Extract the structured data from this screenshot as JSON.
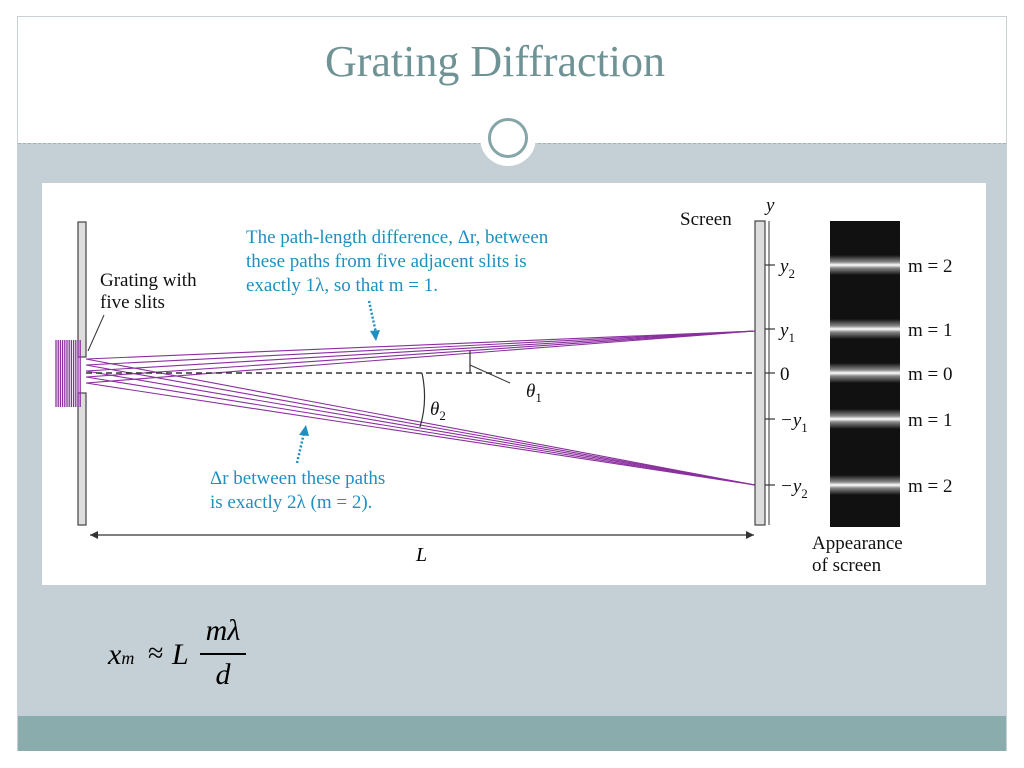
{
  "slide": {
    "title": "Grating Diffraction"
  },
  "diagram": {
    "grating_label_line1": "Grating with",
    "grating_label_line2": "five slits",
    "screen_label": "Screen",
    "axis_y_label": "y",
    "note_top_line1": "The path-length difference, Δr, between",
    "note_top_line2": "these paths from five adjacent slits is",
    "note_top_line3": "exactly 1λ, so that m = 1.",
    "note_bottom_line1": "Δr between these paths",
    "note_bottom_line2": "is exactly 2λ (m = 2).",
    "theta1_label": "θ",
    "theta1_sub": "1",
    "theta2_label": "θ",
    "theta2_sub": "2",
    "distance_label": "L",
    "tick_labels": [
      {
        "name": "y",
        "sub": "2"
      },
      {
        "name": "y",
        "sub": "1"
      },
      {
        "name": "0",
        "sub": ""
      },
      {
        "name": "−y",
        "sub": "1"
      },
      {
        "name": "−y",
        "sub": "2"
      }
    ],
    "order_labels": [
      "m = 2",
      "m = 1",
      "m = 0",
      "m = 1",
      "m = 2"
    ],
    "appearance_line1": "Appearance",
    "appearance_line2": "of screen",
    "note_color": "#1f8fc0",
    "ray_color": "#8a2f9e"
  },
  "formula": {
    "lhs": "x",
    "lhs_sub": "m",
    "approx": "≈",
    "L": "L",
    "numerator": "mλ",
    "denominator": "d"
  }
}
